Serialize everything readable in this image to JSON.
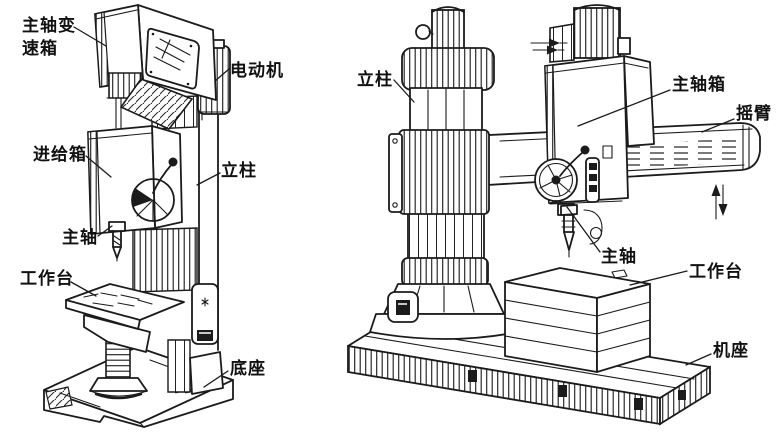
{
  "colors": {
    "ink": "#1b1b1b",
    "paper": "#ffffff"
  },
  "left_machine": {
    "labels": {
      "spindle_gearbox_line1": "主轴变",
      "spindle_gearbox_line2": "速箱",
      "motor": "电动机",
      "feed_box": "进给箱",
      "column": "立柱",
      "spindle": "主轴",
      "worktable": "工作台",
      "base": "底座"
    }
  },
  "right_machine": {
    "labels": {
      "column": "立柱",
      "spindle_box": "主轴箱",
      "radial_arm": "摇臂",
      "spindle": "主轴",
      "worktable": "工作台",
      "machine_base": "机座"
    }
  }
}
